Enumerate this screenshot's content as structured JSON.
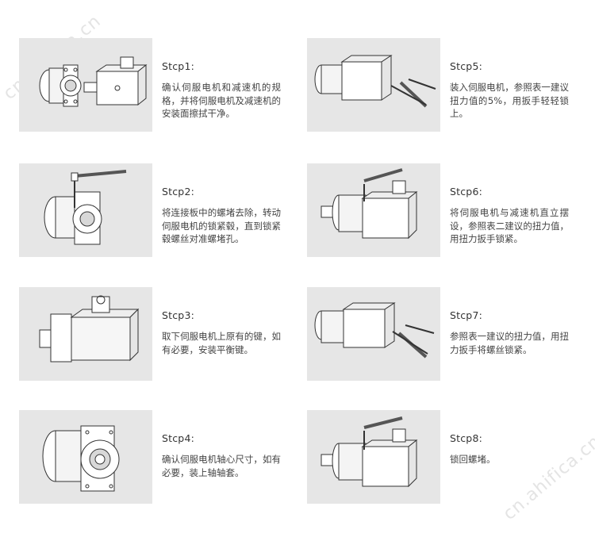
{
  "watermark": "cn.ahifica.cn",
  "steps": [
    {
      "title": "Stcp1:",
      "desc": "确认伺服电机和减速机的规格，并将伺服电机及减速机的安装面擦拭干净。"
    },
    {
      "title": "Stcp2:",
      "desc": "将连接板中的螺堵去除，转动伺服电机的锁紧毂，直到锁紧毂螺丝对准螺堵孔。"
    },
    {
      "title": "Stcp3:",
      "desc": "取下伺服电机上原有的键，如有必要，安装平衡键。"
    },
    {
      "title": "Stcp4:",
      "desc": "确认伺服电机轴心尺寸，如有必要，装上轴轴套。"
    },
    {
      "title": "Stcp5:",
      "desc": "装入伺服电机，参照表一建议扭力值的5%，用扳手轻轻锁上。"
    },
    {
      "title": "Stcp6:",
      "desc": "将伺服电机与减速机直立摆设，参照表二建议的扭力值，用扭力扳手锁紧。"
    },
    {
      "title": "Stcp7:",
      "desc": "参照表一建议的扭力值，用扭力扳手将螺丝锁紧。"
    },
    {
      "title": "Stcp8:",
      "desc": "锁回螺堵。"
    }
  ]
}
